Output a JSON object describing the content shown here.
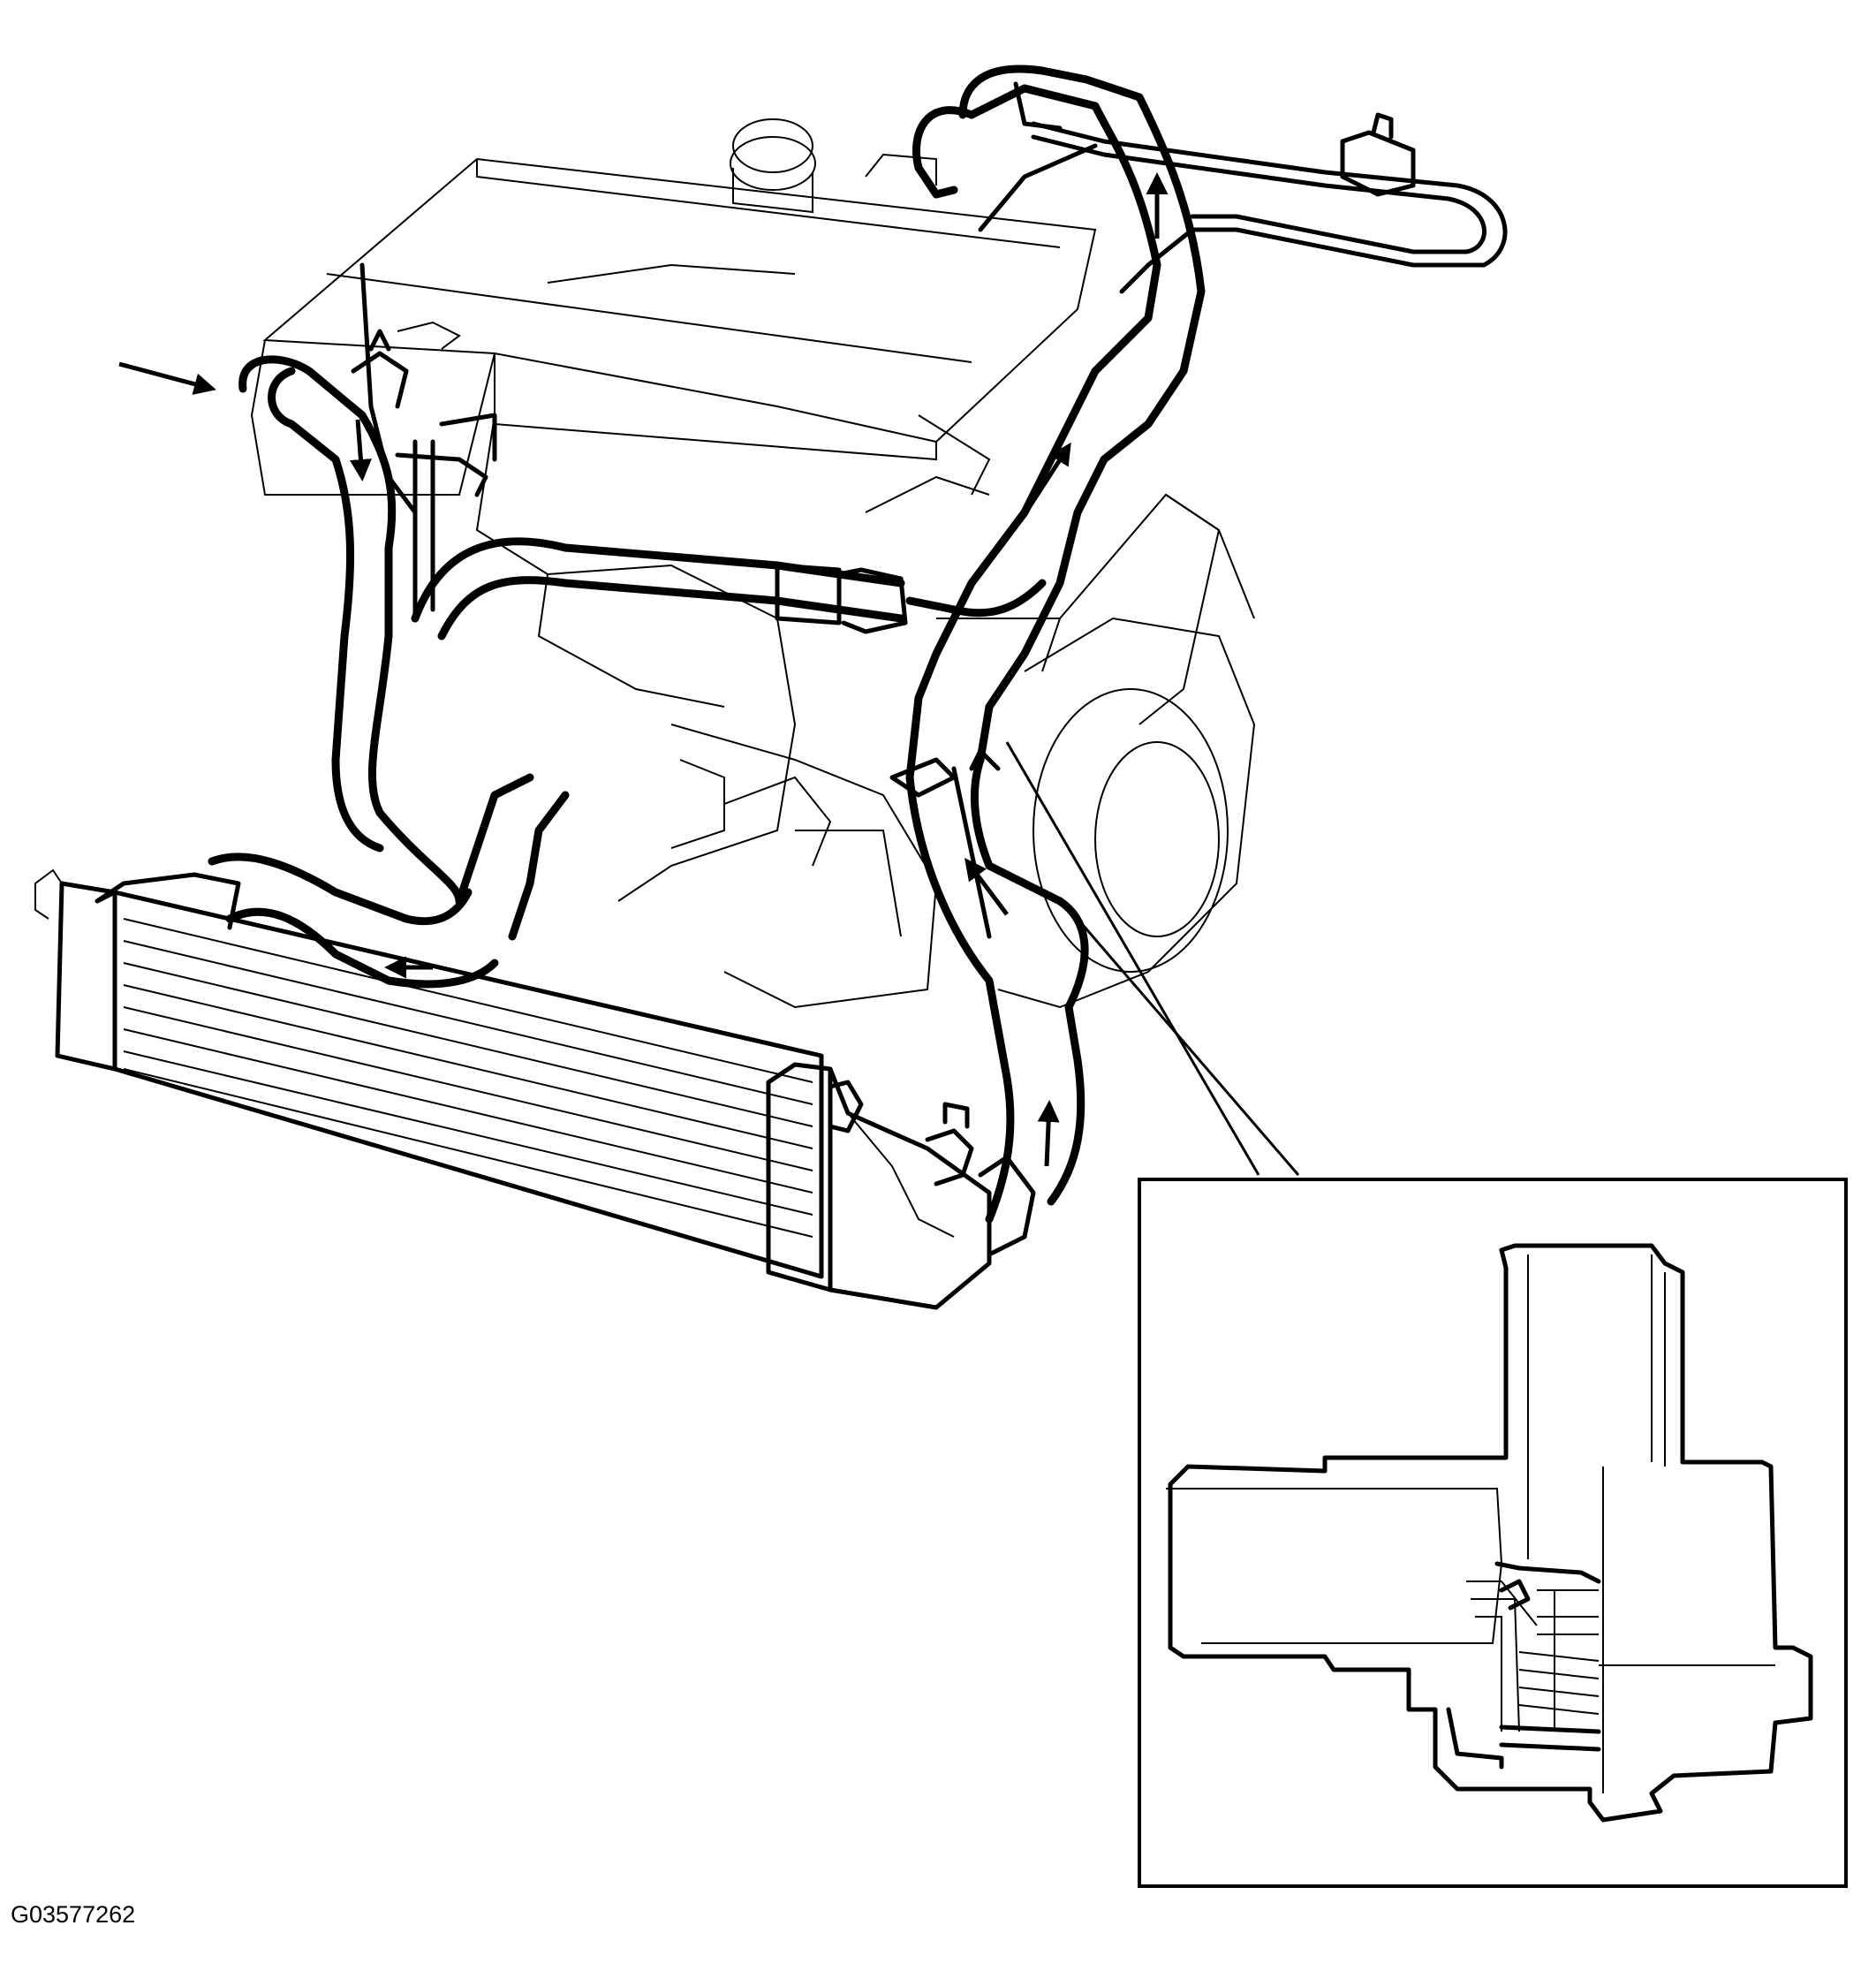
{
  "figure": {
    "id_label": "G03577262"
  },
  "colors": {
    "line": "#000000",
    "background": "#ffffff"
  },
  "flow_arrows": [
    {
      "name": "inlet-arrow",
      "direction": "right"
    },
    {
      "name": "upper-left-down-arrow",
      "direction": "down"
    },
    {
      "name": "intercooler-outlet-arrow",
      "direction": "left"
    },
    {
      "name": "lower-right-up-arrow",
      "direction": "up"
    },
    {
      "name": "mid-right-up-arrow",
      "direction": "up-left"
    },
    {
      "name": "upper-right-up-arrow",
      "direction": "up"
    },
    {
      "name": "top-right-up-arrow",
      "direction": "up"
    }
  ],
  "inset": {
    "subject": "valve-cross-section"
  }
}
